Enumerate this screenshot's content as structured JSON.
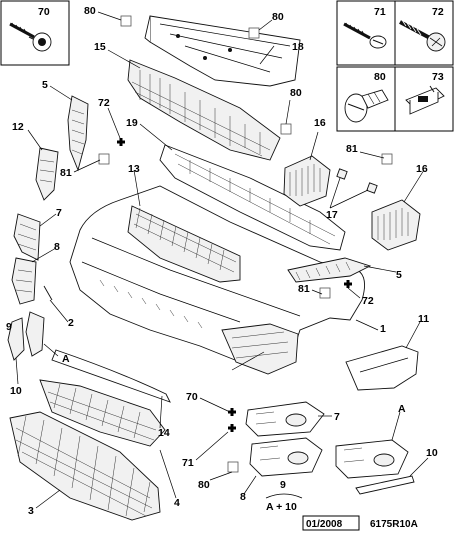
{
  "detail_boxes": [
    {
      "id": "box-70",
      "label": "70"
    },
    {
      "id": "box-71",
      "label": "71"
    },
    {
      "id": "box-72",
      "label": "72"
    },
    {
      "id": "box-80",
      "label": "80"
    },
    {
      "id": "box-73",
      "label": "73"
    }
  ],
  "callouts": [
    {
      "id": "c80a",
      "text": "80"
    },
    {
      "id": "c80b",
      "text": "80"
    },
    {
      "id": "c15",
      "text": "15"
    },
    {
      "id": "c18",
      "text": "18"
    },
    {
      "id": "c80c",
      "text": "80"
    },
    {
      "id": "c5a",
      "text": "5"
    },
    {
      "id": "c72a",
      "text": "72"
    },
    {
      "id": "c16a",
      "text": "16"
    },
    {
      "id": "c19",
      "text": "19"
    },
    {
      "id": "c12",
      "text": "12"
    },
    {
      "id": "c81a",
      "text": "81"
    },
    {
      "id": "c13",
      "text": "13"
    },
    {
      "id": "c81b",
      "text": "81"
    },
    {
      "id": "c16b",
      "text": "16"
    },
    {
      "id": "c17",
      "text": "17"
    },
    {
      "id": "c7a",
      "text": "7"
    },
    {
      "id": "c8a",
      "text": "8"
    },
    {
      "id": "c5b",
      "text": "5"
    },
    {
      "id": "c81c",
      "text": "81"
    },
    {
      "id": "c72b",
      "text": "72"
    },
    {
      "id": "c2",
      "text": "2"
    },
    {
      "id": "c1",
      "text": "1"
    },
    {
      "id": "c11",
      "text": "11"
    },
    {
      "id": "c9a",
      "text": "9"
    },
    {
      "id": "cAa",
      "text": "A"
    },
    {
      "id": "c10a",
      "text": "10"
    },
    {
      "id": "c70",
      "text": "70"
    },
    {
      "id": "c7b",
      "text": "7"
    },
    {
      "id": "cAb",
      "text": "A"
    },
    {
      "id": "c14",
      "text": "14"
    },
    {
      "id": "c71",
      "text": "71"
    },
    {
      "id": "c10b",
      "text": "10"
    },
    {
      "id": "c80d",
      "text": "80"
    },
    {
      "id": "c3",
      "text": "3"
    },
    {
      "id": "c4",
      "text": "4"
    },
    {
      "id": "c8b",
      "text": "8"
    },
    {
      "id": "c9b",
      "text": "9"
    }
  ],
  "group_note": {
    "top": "9",
    "bottom": "A + 10"
  },
  "footer": {
    "date_code": "01/2008",
    "ref": "6175R10A"
  }
}
